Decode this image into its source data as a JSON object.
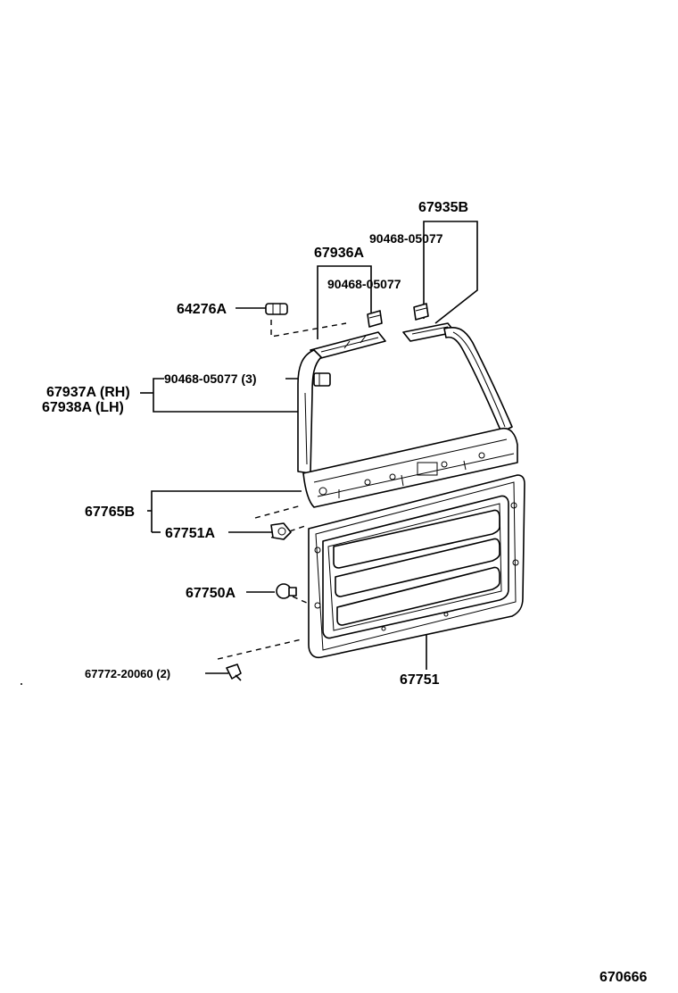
{
  "labels": {
    "p67935B": "67935B",
    "p90468_top": "90468-05077",
    "p67936A": "67936A",
    "p90468_mid": "90468-05077",
    "p64276A": "64276A",
    "p90468_3": "90468-05077 (3)",
    "p67937A": "67937A (RH)",
    "p67938A": "67938A (LH)",
    "p67765B": "67765B",
    "p67751A": "67751A",
    "p67750A": "67750A",
    "p67772": "67772-20060 (2)",
    "p67751": "67751",
    "diagram_id": "670666"
  }
}
